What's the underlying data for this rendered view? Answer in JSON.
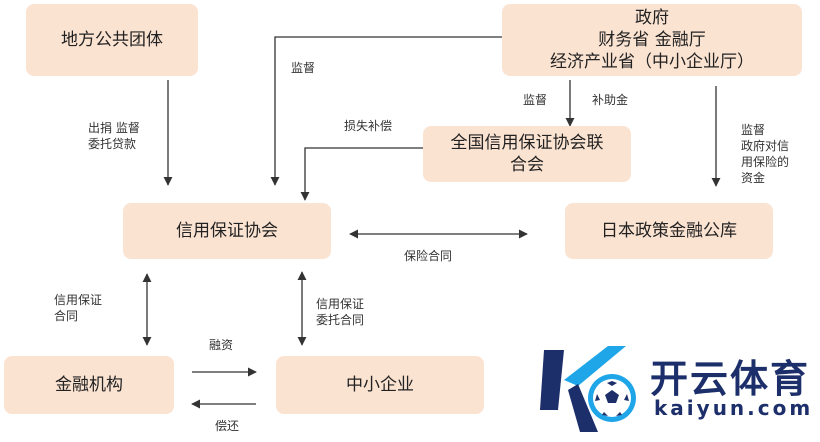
{
  "nodes": {
    "local_public": "地方公共团体",
    "government": [
      "政府",
      "财务省 金融厅",
      "经济产业省（中小企业厅）"
    ],
    "national_federation": [
      "全国信用保证协会联",
      "合会"
    ],
    "credit_guarantee": "信用保证协会",
    "jfc": "日本政策金融公库",
    "financial_institution": "金融机构",
    "sme": "中小企业"
  },
  "edge_labels": {
    "supervision_left": "监督",
    "local_to_cga": [
      "出捐 监督",
      "委托贷款"
    ],
    "loss_compensation": "损失补偿",
    "supervision_mid": "监督",
    "subsidy": "补助金",
    "gov_to_jfc": [
      "监督",
      "政府对信",
      "用保险的",
      "资金"
    ],
    "insurance_contract": "保险合同",
    "guarantee_contract": [
      "信用保证",
      "合同"
    ],
    "entrustment_contract": [
      "信用保证",
      "委托合同"
    ],
    "financing": "融资",
    "repayment": "偿还"
  },
  "watermark": {
    "brand_cn": "开云体育",
    "brand_en": "kaiyun.com"
  },
  "colors": {
    "box_fill": "#fbe3d2",
    "line": "#333333",
    "logo_blue": "#1d2f6b",
    "logo_cyan": "#1fa6e8"
  }
}
